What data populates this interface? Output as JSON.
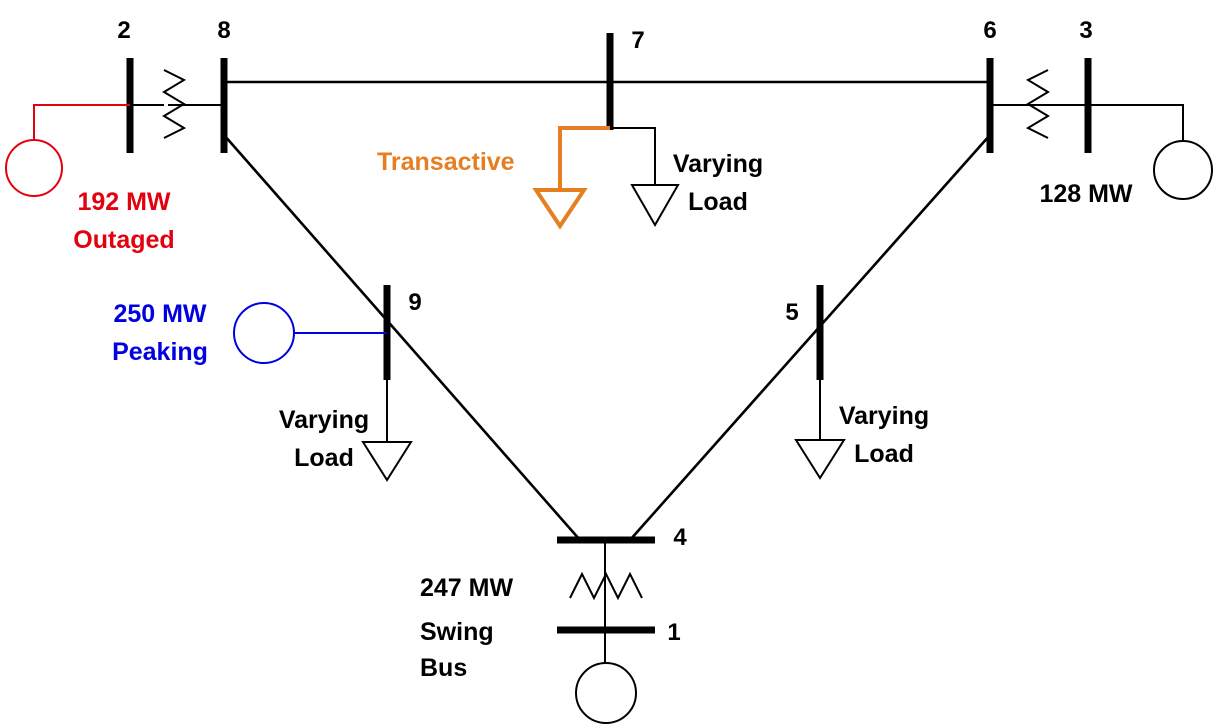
{
  "buses": [
    {
      "id": "bus-1",
      "label": "1"
    },
    {
      "id": "bus-2",
      "label": "2"
    },
    {
      "id": "bus-3",
      "label": "3"
    },
    {
      "id": "bus-4",
      "label": "4"
    },
    {
      "id": "bus-5",
      "label": "5"
    },
    {
      "id": "bus-6",
      "label": "6"
    },
    {
      "id": "bus-7",
      "label": "7"
    },
    {
      "id": "bus-8",
      "label": "8"
    },
    {
      "id": "bus-9",
      "label": "9"
    }
  ],
  "generators": {
    "gen2": {
      "line1": "192 MW",
      "line2": "Outaged",
      "color": "#e3000f"
    },
    "gen3": {
      "line1": "128 MW",
      "color": "#000000"
    },
    "gen9": {
      "line1": "250 MW",
      "line2": "Peaking",
      "color": "#0000e0"
    },
    "gen1": {
      "line1": "247 MW",
      "line2": "Swing",
      "line3": "Bus",
      "color": "#000000"
    }
  },
  "loads": {
    "transactive": {
      "label": "Transactive",
      "color": "#e67e22"
    },
    "load7": {
      "line1": "Varying",
      "line2": "Load"
    },
    "load9": {
      "line1": "Varying",
      "line2": "Load"
    },
    "load5": {
      "line1": "Varying",
      "line2": "Load"
    }
  }
}
